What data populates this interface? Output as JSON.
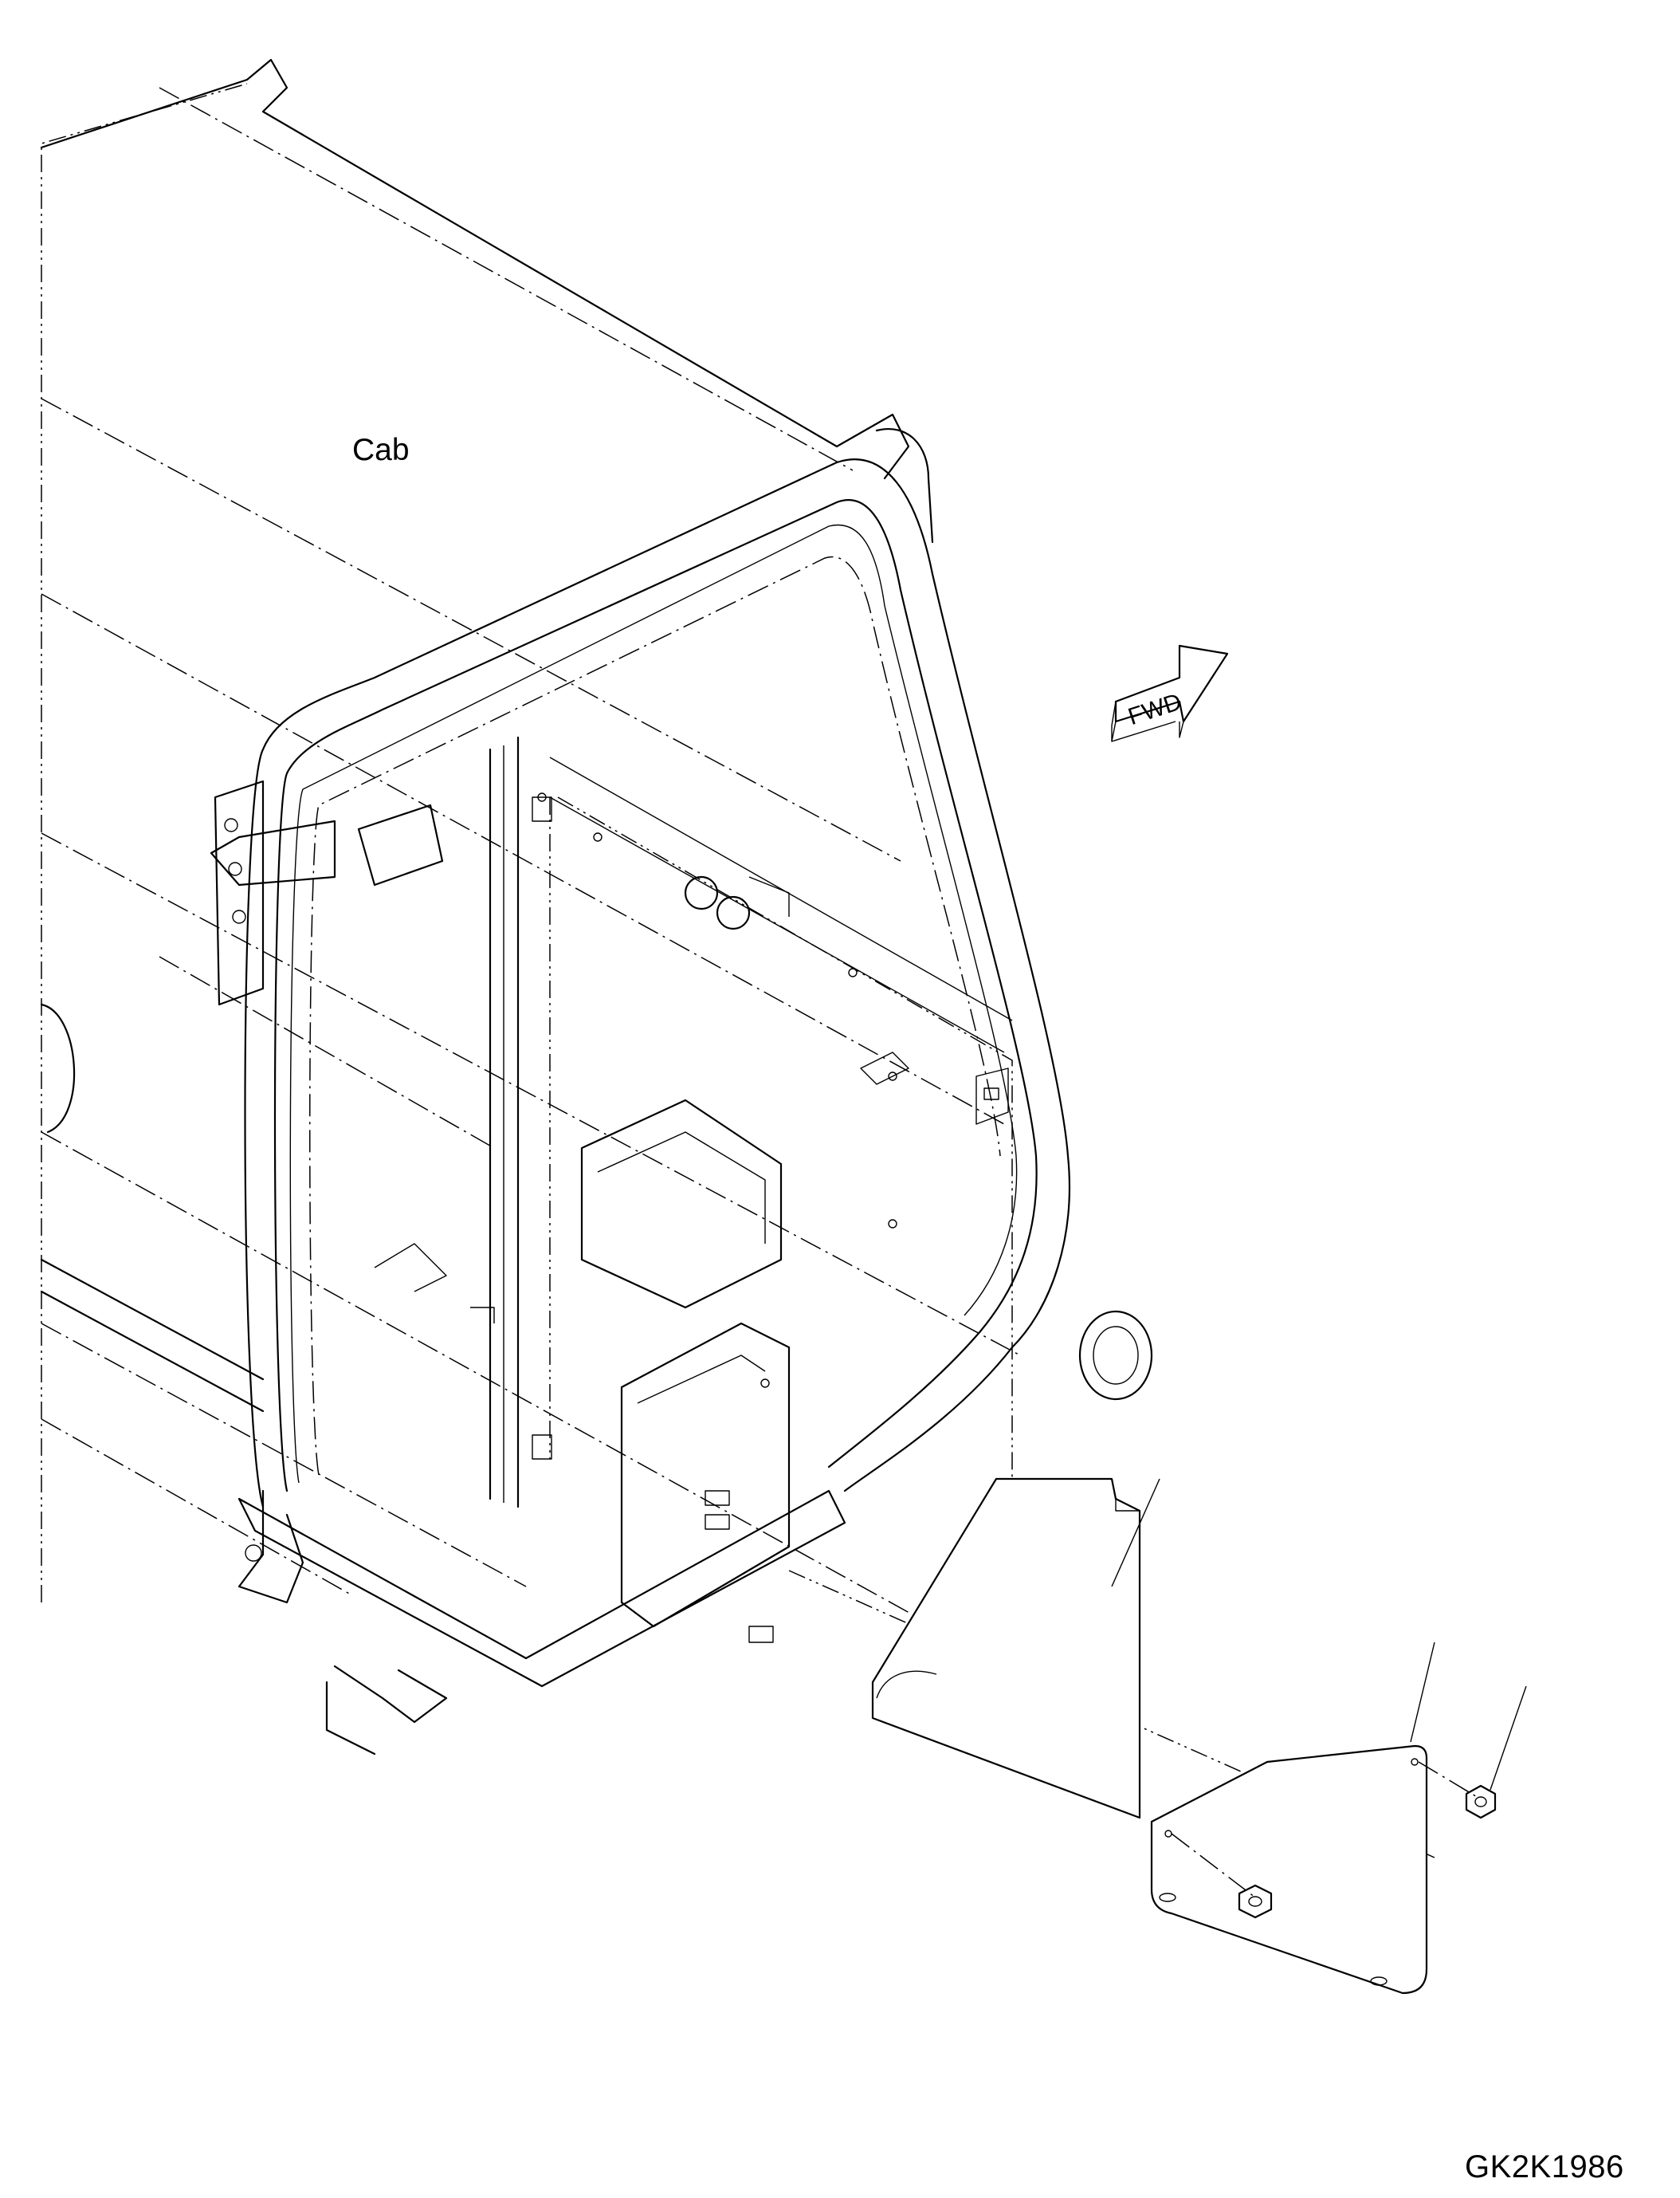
{
  "labels": {
    "cab": "Cab",
    "fwd": "FWD",
    "drawing_code": "GK2K1986"
  },
  "colors": {
    "line": "#000000",
    "background": "#ffffff"
  }
}
